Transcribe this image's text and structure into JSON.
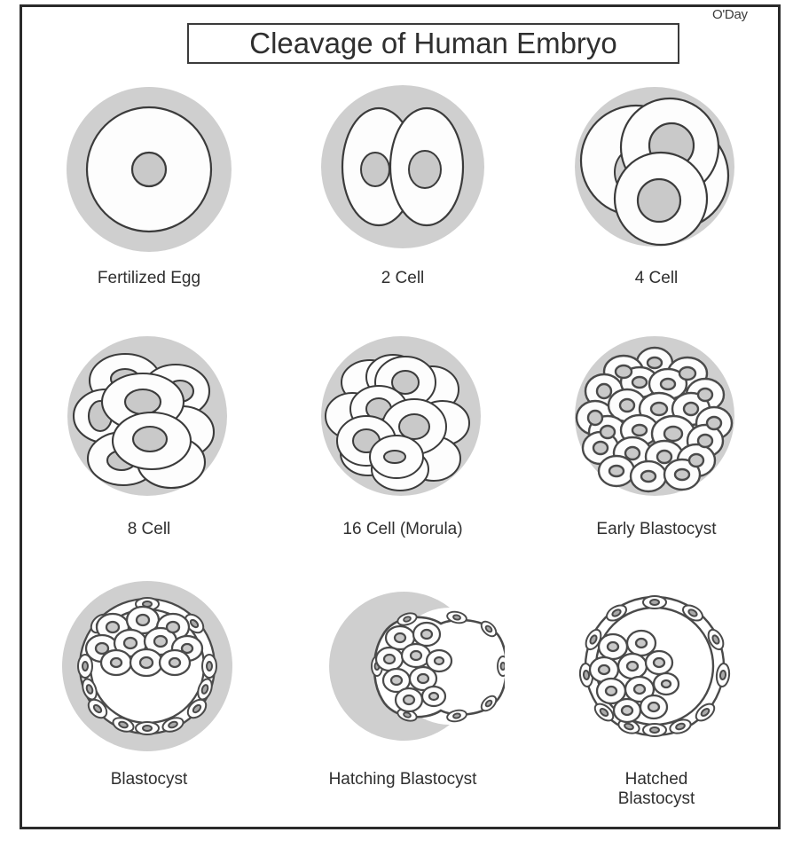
{
  "figure": {
    "title": "Cleavage of Human Embryo",
    "credit": "O'Day",
    "colors": {
      "zona_pellucida": "#cfcfcf",
      "nucleus": "#c9c9c9",
      "cell_fill": "#fdfdfd",
      "outline": "#3b3b3b",
      "border": "#2b2b2b",
      "text": "#2f2f2f",
      "background": "#ffffff"
    }
  },
  "stages": [
    {
      "id": "fertilized-egg",
      "label": "Fertilized Egg",
      "cell_count": 1,
      "zona": "complete",
      "cavity": false
    },
    {
      "id": "2-cell",
      "label": "2 Cell",
      "cell_count": 2,
      "zona": "complete",
      "cavity": false
    },
    {
      "id": "4-cell",
      "label": "4 Cell",
      "cell_count": 4,
      "zona": "complete",
      "cavity": false
    },
    {
      "id": "8-cell",
      "label": "8 Cell",
      "cell_count": 8,
      "zona": "complete",
      "cavity": false
    },
    {
      "id": "16-cell-morula",
      "label": "16 Cell (Morula)",
      "cell_count": 16,
      "zona": "complete",
      "cavity": false
    },
    {
      "id": "early-blastocyst",
      "label": "Early Blastocyst",
      "cell_count": 28,
      "zona": "complete",
      "cavity": false
    },
    {
      "id": "blastocyst",
      "label": "Blastocyst",
      "cell_count": 40,
      "zona": "complete",
      "cavity": true
    },
    {
      "id": "hatching-blastocyst",
      "label": "Hatching Blastocyst",
      "cell_count": 40,
      "zona": "broken",
      "cavity": true
    },
    {
      "id": "hatched-blastocyst",
      "label": "Hatched\nBlastocyst",
      "cell_count": 40,
      "zona": "none",
      "cavity": true
    }
  ]
}
